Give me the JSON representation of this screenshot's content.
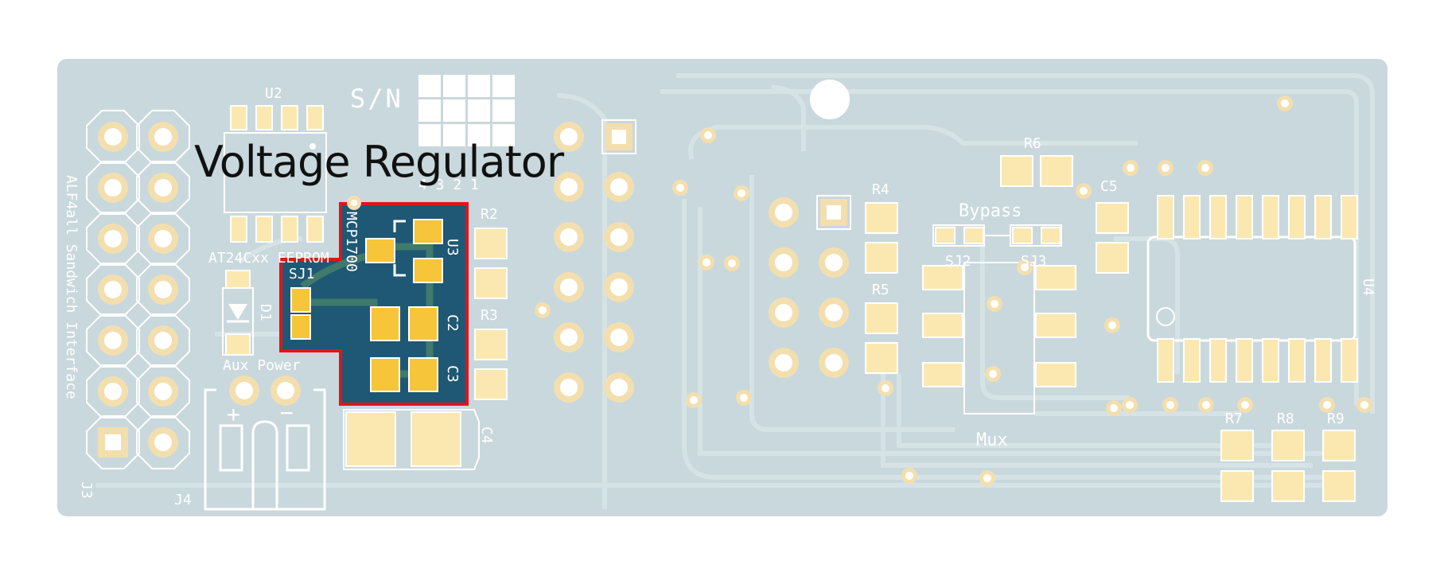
{
  "annotation": {
    "title": "Voltage Regulator",
    "highlight_color": "#e3131a"
  },
  "colors": {
    "board": "#c9d8dd",
    "trace": "#d6e3e6",
    "silk": "#ffffff",
    "pad": "#f6c53a",
    "pad_muted": "#fbe8b0",
    "pad_ring": "#f3dfae",
    "hole": "#ffffff",
    "region": "#1e5874",
    "region_trace": "#3f7a6d"
  },
  "silkscreen": {
    "u2": "U2",
    "sn": "S/N",
    "sn_digits": "4 3 2 1",
    "r2": "R2",
    "r3": "R3",
    "r4": "R4",
    "r5": "R5",
    "r6": "R6",
    "r7": "R7",
    "r8": "R8",
    "r9": "R9",
    "c2": "C2",
    "c3": "C3",
    "c4": "C4",
    "c5": "C5",
    "u3": "U3",
    "u4": "U4",
    "mcp": "MCP1700",
    "sj1": "SJ1",
    "sj2": "SJ2",
    "sj3": "SJ3",
    "bypass": "Bypass",
    "mux": "Mux",
    "eeprom": "AT24Cxx EEPROM",
    "d1": "D1",
    "aux_power": "Aux Power",
    "plus": "+",
    "minus": "−",
    "j3": "J3",
    "j4": "J4",
    "side": "ALF4all Sandwich Interface"
  }
}
